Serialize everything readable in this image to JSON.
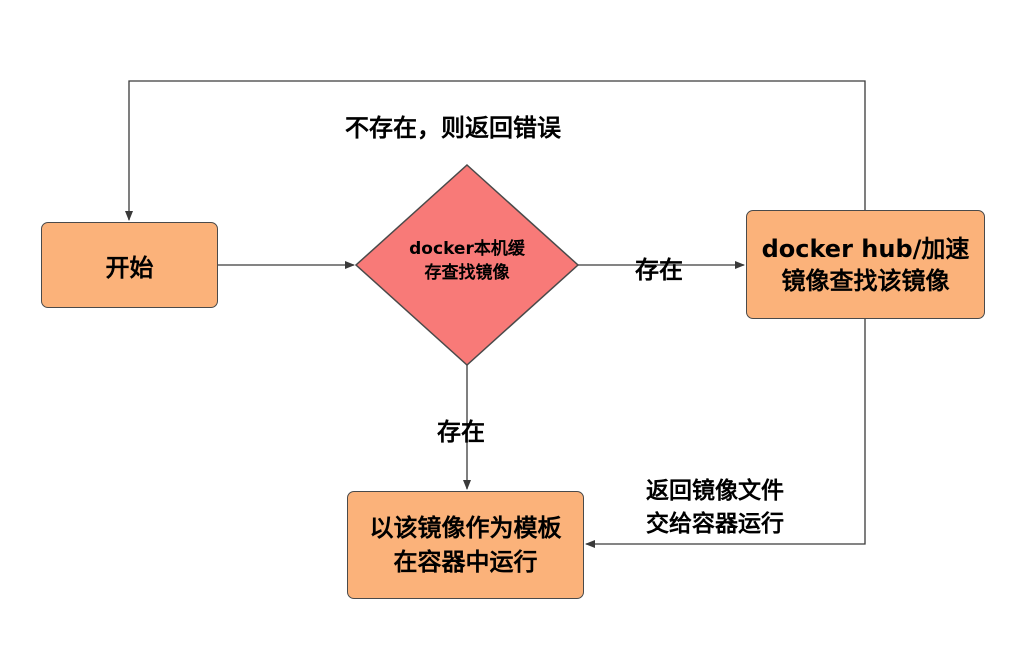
{
  "colors": {
    "node_fill": "#fbb27a",
    "decision_fill": "#f87a78",
    "line": "#3a3a3a"
  },
  "nodes": {
    "start": "开始",
    "decision": "docker本机缓\n存查找镜像",
    "hub": "docker hub/加速\n镜像查找该镜像",
    "run": "以该镜像作为模板\n在容器中运行"
  },
  "edges": {
    "not_exist": "不存在，则返回错误",
    "exist_right": "存在",
    "exist_down": "存在",
    "return_file": "返回镜像文件\n交给容器运行"
  }
}
